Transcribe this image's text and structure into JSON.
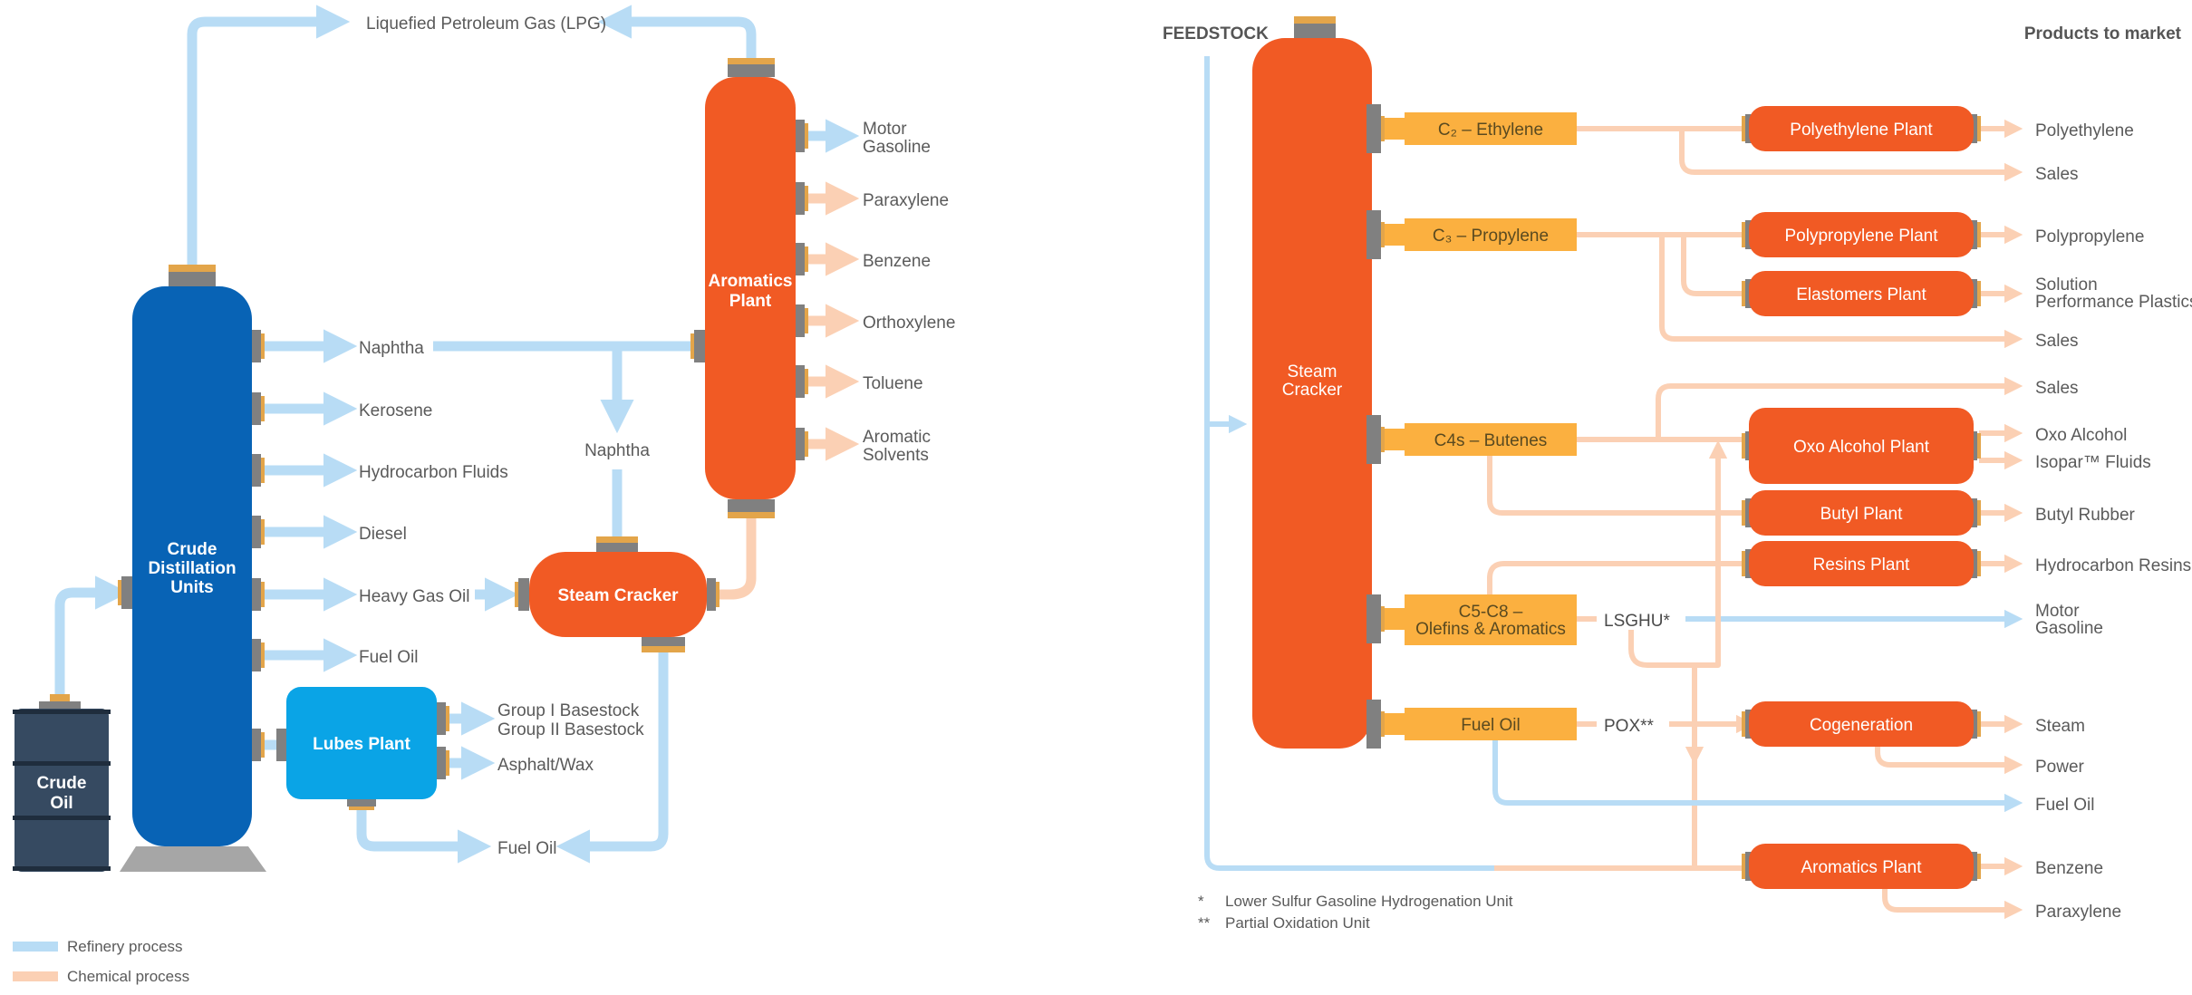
{
  "colors": {
    "refinery": "#b8dcf5",
    "chemical": "#fbd0b4",
    "unit_orange": "#f15a24",
    "unit_blue": "#0863b5",
    "unit_lightblue": "#0aa4e6",
    "yellow_box": "#fbb040",
    "barrel": "#364a61",
    "flange": "#808080",
    "flange_gold": "#e3a54a"
  },
  "refinery": {
    "crude_oil": [
      "Crude",
      "Oil"
    ],
    "crude_distillation": [
      "Crude",
      "Distillation",
      "Units"
    ],
    "lpg": "Liquefied Petroleum Gas (LPG)",
    "outputs": {
      "naphtha": "Naphtha",
      "kerosene": "Kerosene",
      "hydrocarbon_fluids": "Hydrocarbon Fluids",
      "diesel": "Diesel",
      "heavy_gas_oil": "Heavy Gas Oil",
      "fuel_oil": "Fuel Oil"
    },
    "naphtha_down": "Naphtha",
    "aromatics_plant": [
      "Aromatics",
      "Plant"
    ],
    "aromatics_outputs": {
      "motor_gasoline": [
        "Motor",
        "Gasoline"
      ],
      "paraxylene": "Paraxylene",
      "benzene": "Benzene",
      "orthoxylene": "Orthoxylene",
      "toluene": "Toluene",
      "aromatic_solvents": [
        "Aromatic",
        "Solvents"
      ]
    },
    "steam_cracker": "Steam Cracker",
    "lubes_plant": "Lubes Plant",
    "lubes_outputs": {
      "group1": "Group I Basestock",
      "group2": "Group II Basestock",
      "asphalt": "Asphalt/Wax"
    },
    "fuel_oil_bottom": "Fuel Oil"
  },
  "legend": {
    "refinery": "Refinery process",
    "chemical": "Chemical process"
  },
  "chemical": {
    "feedstock": "FEEDSTOCK",
    "products_to_market": "Products to market",
    "steam_cracker": [
      "Steam",
      "Cracker"
    ],
    "streams": {
      "ethylene": "C₂ – Ethylene",
      "propylene": "C₃ – Propylene",
      "butenes": "C4s – Butenes",
      "c5c8": [
        "C5-C8 –",
        "Olefins & Aromatics"
      ],
      "fuel_oil": "Fuel Oil"
    },
    "lsghu": "LSGHU*",
    "pox": "POX**",
    "plants": {
      "polyethylene": "Polyethylene Plant",
      "polypropylene": "Polypropylene Plant",
      "elastomers": "Elastomers Plant",
      "oxo_alcohol": "Oxo Alcohol Plant",
      "butyl": "Butyl Plant",
      "resins": "Resins Plant",
      "cogeneration": "Cogeneration",
      "aromatics": "Aromatics Plant"
    },
    "products": {
      "polyethylene": "Polyethylene",
      "sales1": "Sales",
      "polypropylene": "Polypropylene",
      "solution": [
        "Solution",
        "Performance Plastics"
      ],
      "sales2": "Sales",
      "sales3": "Sales",
      "oxo_alcohol": "Oxo Alcohol",
      "isopar": "Isopar™ Fluids",
      "butyl_rubber": "Butyl Rubber",
      "hydrocarbon_resins": "Hydrocarbon Resins",
      "motor_gasoline": [
        "Motor",
        "Gasoline"
      ],
      "steam": "Steam",
      "power": "Power",
      "fuel_oil": "Fuel Oil",
      "benzene": "Benzene",
      "paraxylene": "Paraxylene"
    },
    "footnotes": {
      "star1_mark": "*",
      "star1_text": "Lower Sulfur Gasoline Hydrogenation Unit",
      "star2_mark": "**",
      "star2_text": "Partial Oxidation Unit"
    }
  }
}
